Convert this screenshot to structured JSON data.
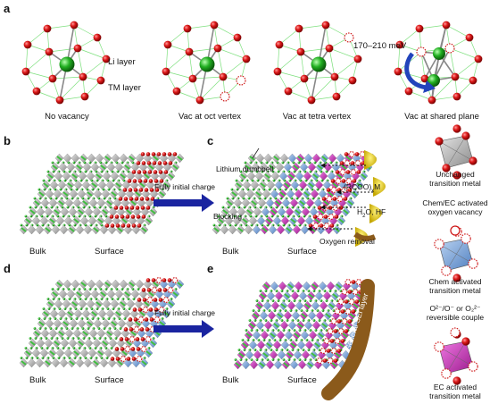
{
  "panels": {
    "a": {
      "label": "a",
      "sub": [
        "No vacancy",
        "Vac at oct vertex",
        "Vac at tetra vertex",
        "Vac at shared plane"
      ],
      "li_layer": "Li layer",
      "tm_layer": "TM layer",
      "energy": "170–210 meV"
    },
    "b": {
      "label": "b",
      "bulk": "Bulk",
      "surface": "Surface"
    },
    "c": {
      "label": "c",
      "bulk": "Bulk",
      "surface": "Surface",
      "dumbbell": "Lithium dumbbell",
      "rcoo_a": "(RCOO)",
      "rcoo_sub": "x",
      "rcoo_b": "M",
      "blocking": "Blocking",
      "h2o_a": "H",
      "h2o_sub": "2",
      "h2o_b": "O, HF",
      "oxygen_removal": "Oxygen removal"
    },
    "d": {
      "label": "d",
      "bulk": "Bulk",
      "surface": "Surface"
    },
    "e": {
      "label": "e",
      "bulk": "Bulk",
      "surface": "Surface",
      "sei": "General SEI layer"
    },
    "arrow_label_top": "Fully initial charge",
    "arrow_label_bottom": "Fully initial charge"
  },
  "legend": {
    "unchanged": [
      "Unchanged",
      "transition metal"
    ],
    "vacancy": [
      "Chem/EC activated",
      "oxygen vacancy"
    ],
    "chem": [
      "Chem activated",
      "transition metal"
    ],
    "couple": [
      "O²⁻/O⁻ or O₂²⁻",
      "reversible couple"
    ],
    "ec": [
      "EC activated",
      "transition metal"
    ]
  },
  "colors": {
    "oxygen": "#cc1111",
    "lithium": "#22a822",
    "tm_gray": "#b8b8b8",
    "tm_blue": "#7fa6d8",
    "tm_magenta": "#cc33bb",
    "arrow": "#1a24a0",
    "sei": "#8b5a1b"
  }
}
